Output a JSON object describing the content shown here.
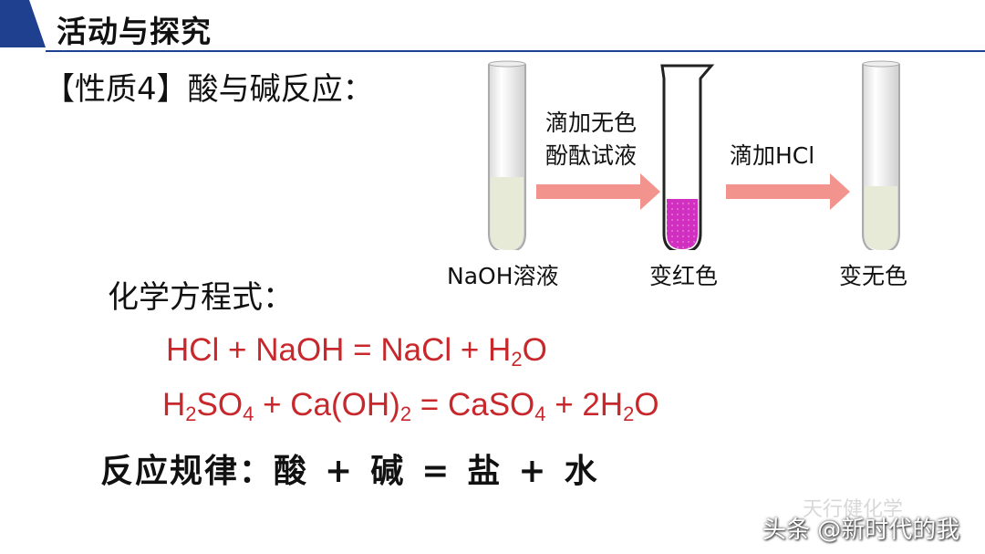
{
  "header": {
    "title": "活动与探究"
  },
  "section_title": "【性质4】酸与碱反应：",
  "diagram": {
    "step1_line1": "滴加无色",
    "step1_line2": "酚酞试液",
    "step2": "滴加HCl",
    "tube1_label": "NaOH溶液",
    "tube2_label": "变红色",
    "tube3_label": "变无色",
    "colors": {
      "arrow": "#f3938d",
      "pink_liquid": "#d12fbf",
      "clear_liquid": "#e6ead6"
    }
  },
  "equation_label": "化学方程式：",
  "equations": {
    "eq1": {
      "a": "HCl + NaOH = NaCl + H",
      "b": "2",
      "c": "O"
    },
    "eq2": {
      "a": "H",
      "b": "2",
      "c": "SO",
      "d": "4",
      "e": " + Ca(OH)",
      "f": "2",
      "g": " = CaSO",
      "h": "4",
      "i": " + 2H",
      "j": "2",
      "k": "O"
    }
  },
  "rule": {
    "lead": "反应规律：",
    "acid": "酸",
    "plus1": "+",
    "base": "碱",
    "equals": "=",
    "salt": "盐",
    "plus2": "+",
    "water": "水"
  },
  "watermark": {
    "ghost": "天行健化学",
    "text": "头条 @新时代的我"
  },
  "theme": {
    "header_blue": "#1f3f8f",
    "equation_red": "#c8282c"
  }
}
